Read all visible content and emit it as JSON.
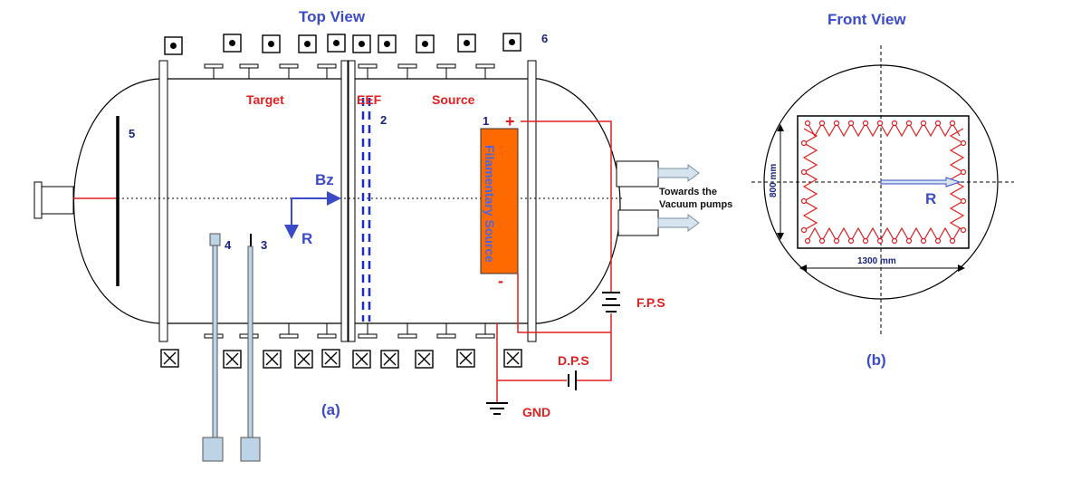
{
  "titles": {
    "top_view": "Top View",
    "front_view": "Front View"
  },
  "labels": {
    "target": "Target",
    "eef": "EEF",
    "source": "Source",
    "filamentary_source": "Filamentary Source",
    "bz": "Bz",
    "r": "R",
    "r_front": "R",
    "towards_pumps_1": "Towards the",
    "towards_pumps_2": "Vacuum pumps",
    "fps": "F.P.S",
    "dps": "D.P.S",
    "gnd": "GND",
    "plus": "+",
    "minus": "-",
    "caption_a": "(a)",
    "caption_b": "(b)",
    "dim_height": "800 mm",
    "dim_width": "1300 mm"
  },
  "component_numbers": {
    "n1": "1",
    "n2": "2",
    "n3": "3",
    "n4": "4",
    "n5": "5",
    "n6": "6"
  },
  "colors": {
    "title_blue": "#3b4bc8",
    "label_red": "#e02020",
    "number_navy": "#1a237e",
    "source_orange": "#ff6a00",
    "eef_blue": "#1a2bcc",
    "wire_red": "#e02020",
    "probe_fill": "#bcd4e6",
    "pump_arrow": "#d6e4f0"
  },
  "magnets": {
    "top_row": [
      "dot",
      "dot",
      "dot",
      "dot",
      "dot",
      "dot",
      "dot",
      "dot",
      "dot",
      "dot"
    ],
    "bottom_row": [
      "cross",
      "cross",
      "cross",
      "cross",
      "cross",
      "cross",
      "cross",
      "cross",
      "cross",
      "cross"
    ]
  }
}
